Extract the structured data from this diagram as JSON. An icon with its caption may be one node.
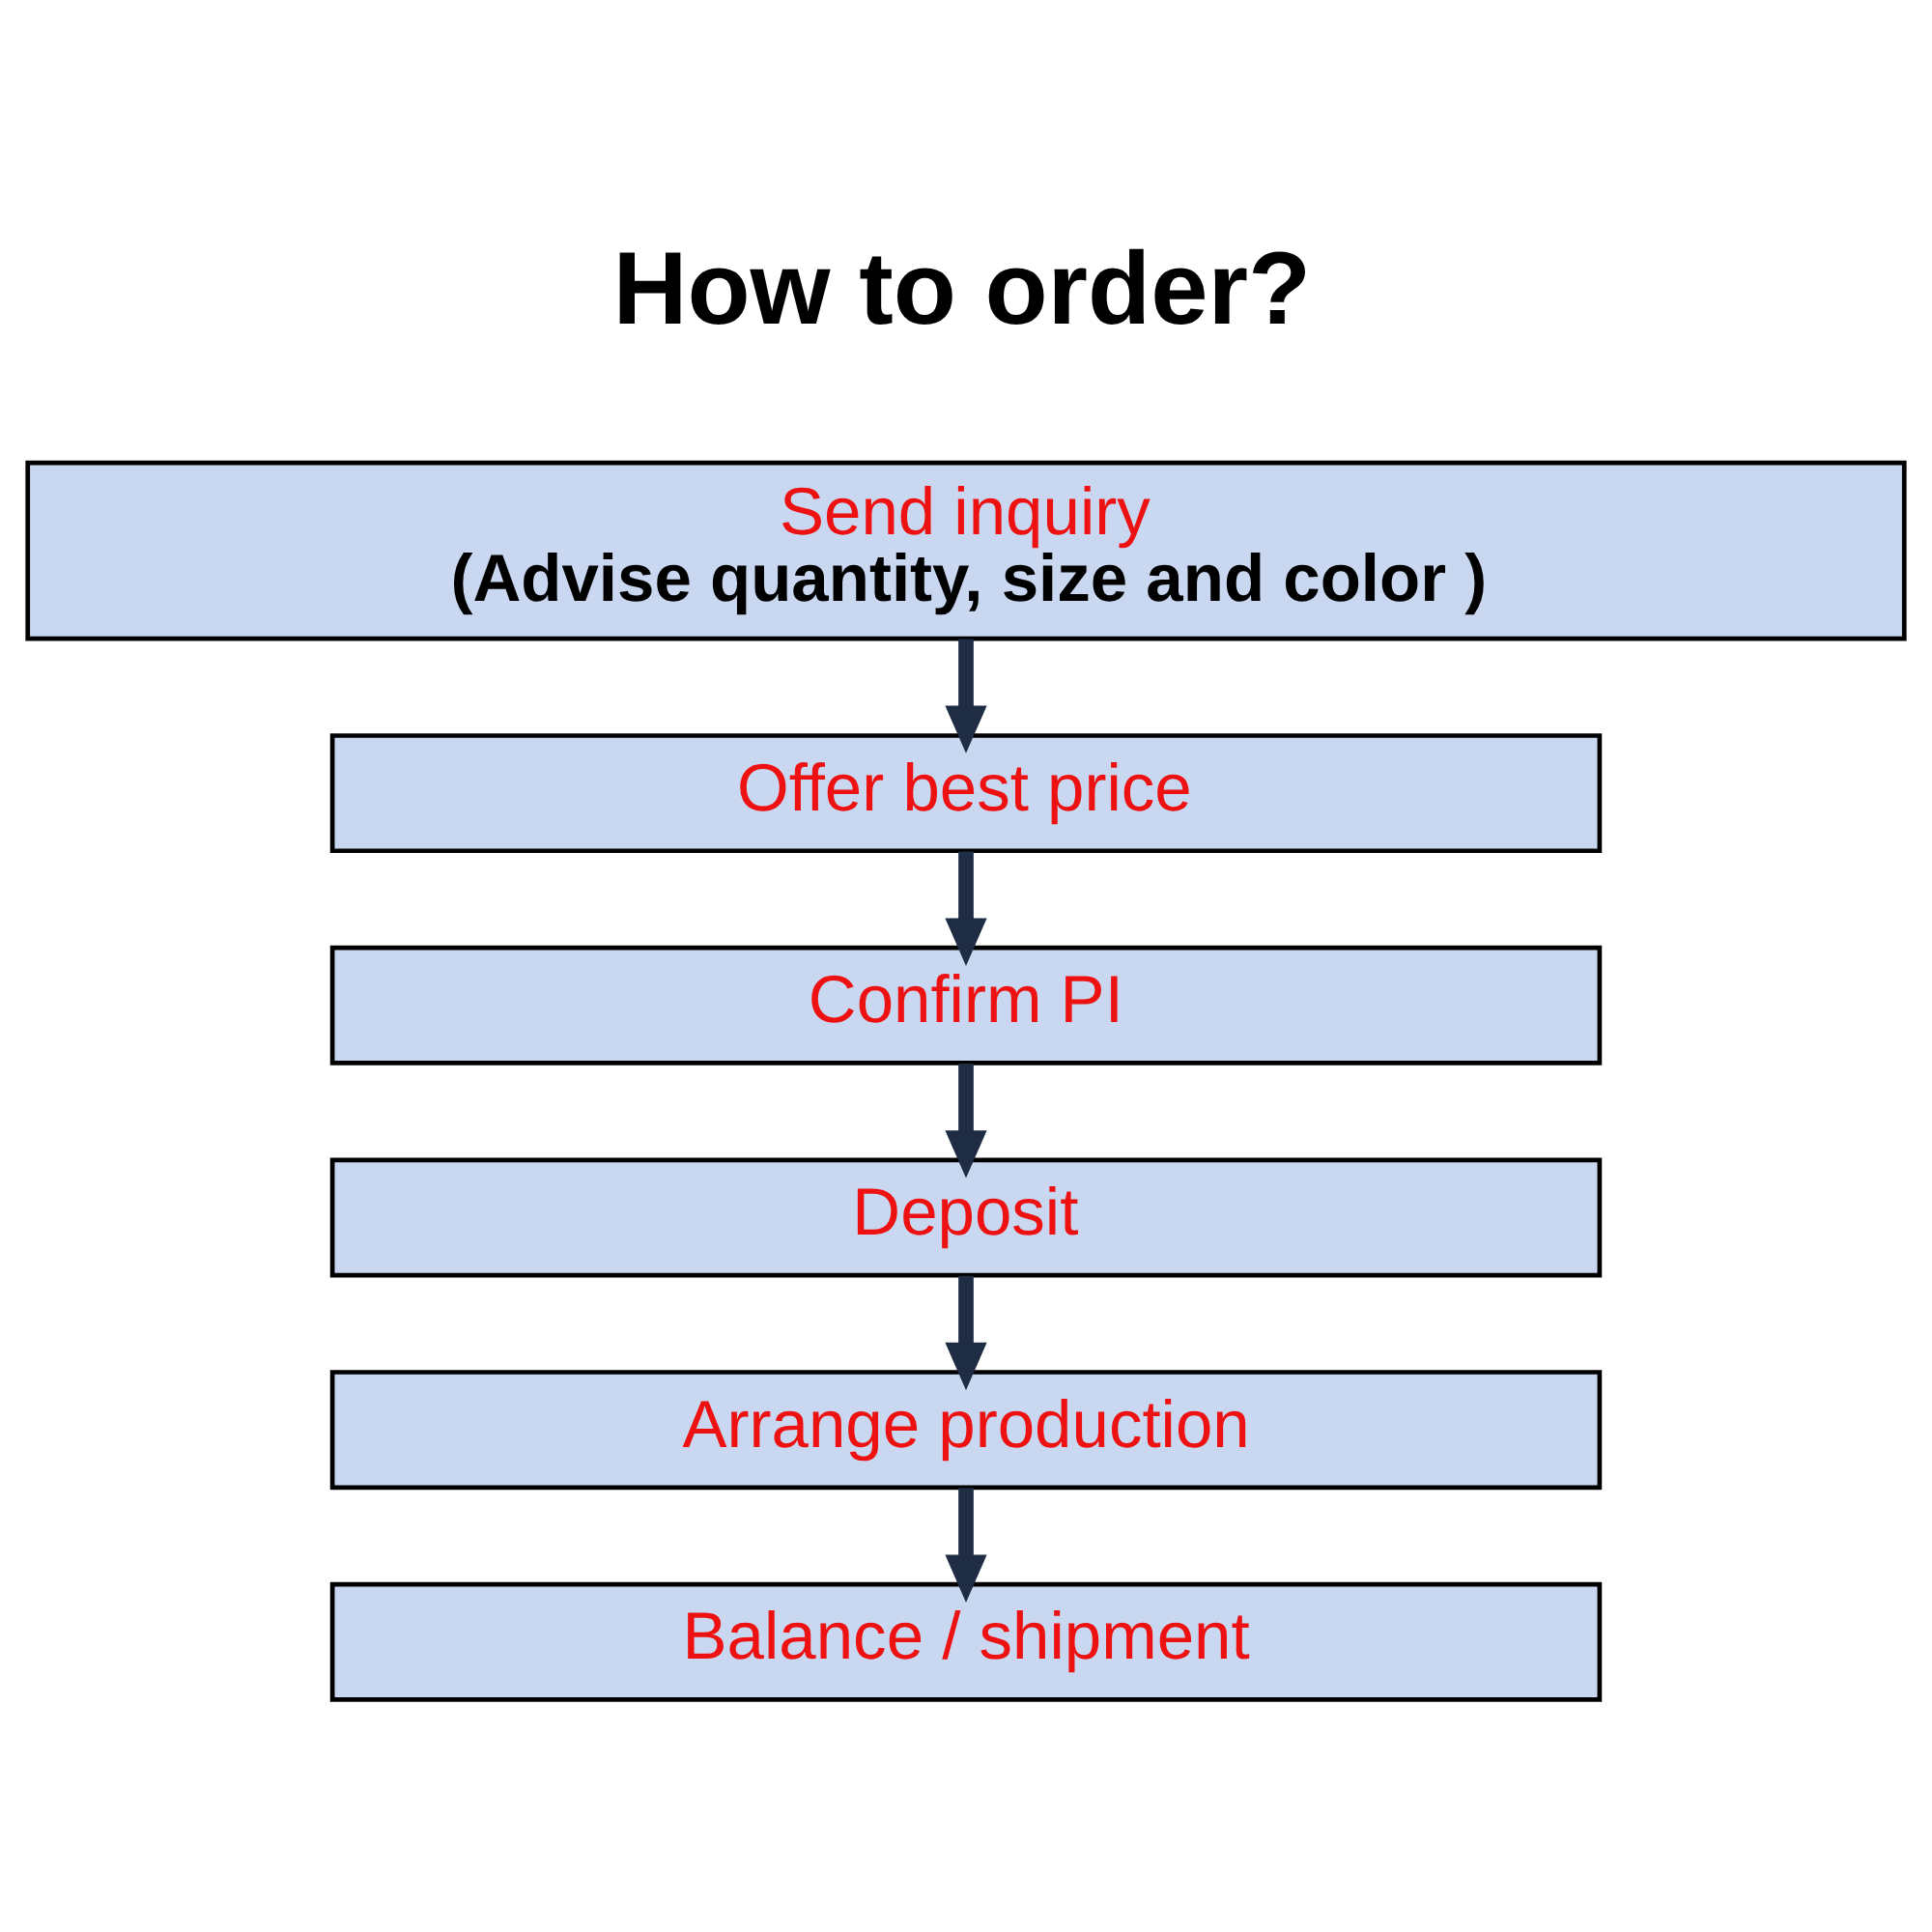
{
  "diagram": {
    "title": "How to order?",
    "nodes": [
      {
        "text": [
          "Send inquiry",
          "(Advise quantity, size and color )"
        ]
      },
      {
        "text": [
          "Offer best price"
        ]
      },
      {
        "text": [
          "Confirm PI"
        ]
      },
      {
        "text": [
          "Deposit"
        ]
      },
      {
        "text": [
          "Arrange production"
        ]
      },
      {
        "text": [
          "Balance / shipment"
        ]
      }
    ],
    "edges": [
      {
        "from": 0,
        "to": 1,
        "arrow": "to"
      },
      {
        "from": 1,
        "to": 2,
        "arrow": "to"
      },
      {
        "from": 2,
        "to": 3,
        "arrow": "to"
      },
      {
        "from": 3,
        "to": 4,
        "arrow": "to"
      },
      {
        "from": 4,
        "to": 5,
        "arrow": "to"
      }
    ]
  }
}
